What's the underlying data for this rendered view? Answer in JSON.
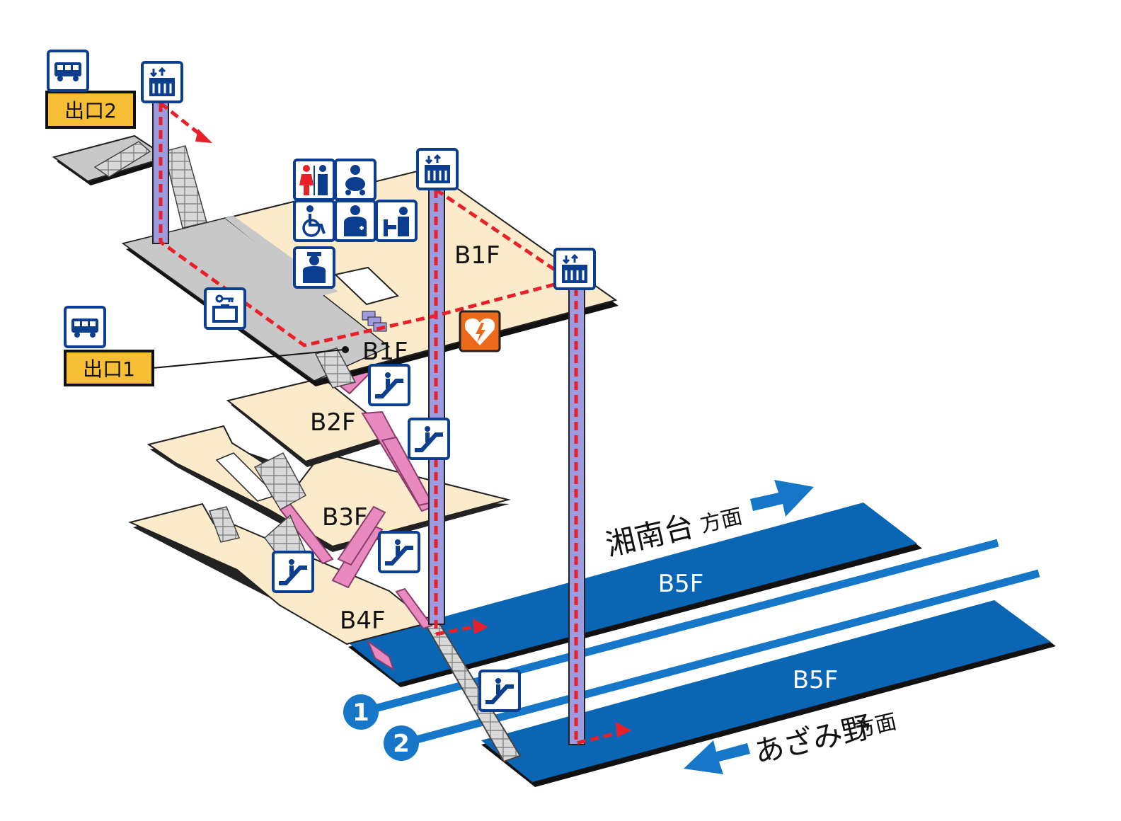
{
  "exits": [
    {
      "label": "出口2"
    },
    {
      "label": "出口1"
    }
  ],
  "floors": {
    "b1f_main": "B1F",
    "b1f_sub": "B1F",
    "b2f": "B2F",
    "b3f": "B3F",
    "b4f": "B4F",
    "b5f_upper": "B5F",
    "b5f_lower": "B5F"
  },
  "directions": {
    "shonandai_main": "湘南台",
    "shonandai_suffix": "方面",
    "azamino_main": "あざみ野",
    "azamino_suffix": "方面"
  },
  "tracks": [
    "1",
    "2"
  ],
  "colors": {
    "floor_beige": "#FBEBCB",
    "floor_gray": "#C8C8C8",
    "platform_blue": "#0A66B4",
    "track_blue": "#1677C8",
    "escalator_pink": "#E889C0",
    "elevator_shaft": "#9D9CE0",
    "route_red": "#E8202A",
    "exit_yellow": "#F5BE35",
    "icon_blue": "#0B3E8F",
    "aed_orange": "#EE6A1B"
  },
  "icons": [
    "bus-icon",
    "elevator-icon",
    "restroom-icon",
    "baby-care-icon",
    "wheelchair-icon",
    "first-aid-room-icon",
    "nursing-room-icon",
    "station-staff-icon",
    "coin-locker-icon",
    "aed-icon",
    "escalator-icon"
  ]
}
